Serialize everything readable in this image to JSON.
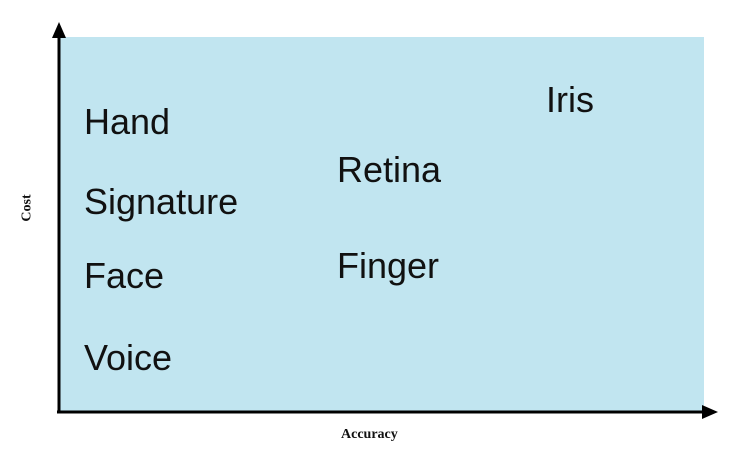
{
  "diagram": {
    "x_axis_label": "Accuracy",
    "y_axis_label": "Cost",
    "items": [
      {
        "id": "hand",
        "label": "Hand"
      },
      {
        "id": "signature",
        "label": "Signature"
      },
      {
        "id": "face",
        "label": "Face"
      },
      {
        "id": "voice",
        "label": "Voice"
      },
      {
        "id": "retina",
        "label": "Retina"
      },
      {
        "id": "finger",
        "label": "Finger"
      },
      {
        "id": "iris",
        "label": "Iris"
      }
    ]
  },
  "colors": {
    "background": "#c1e5f0",
    "axis": "#000000",
    "text": "#111111"
  }
}
